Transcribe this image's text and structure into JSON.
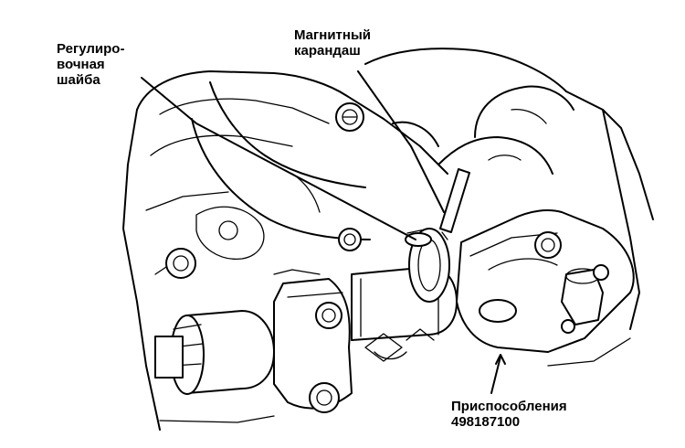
{
  "labels": {
    "shim": [
      "Регулиро-",
      "вочная",
      "шайба"
    ],
    "pencil": [
      "Магнитный",
      "карандаш"
    ],
    "tool": [
      "Приспособления",
      "498187100"
    ]
  },
  "colors": {
    "line": "#000000",
    "background": "#ffffff"
  }
}
